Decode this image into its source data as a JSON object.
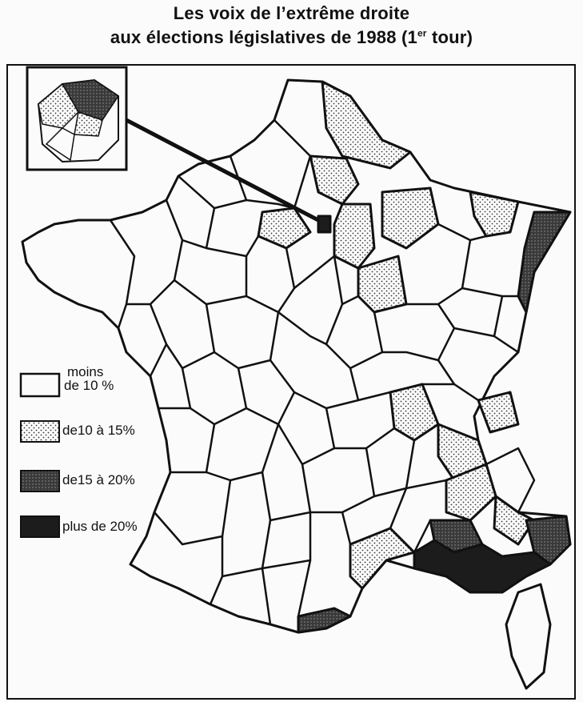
{
  "title": {
    "line1": "Les voix de l’extrême droite",
    "line2_main": "aux élections législatives de 1988 (1",
    "line2_sup": "er",
    "line2_end": " tour)"
  },
  "legend": [
    {
      "label": "moins\nde 10 %",
      "line1": "moins",
      "line2": "de 10 %",
      "pattern": "white"
    },
    {
      "label": "de10 à 15%",
      "pattern": "dotted"
    },
    {
      "label": "de15 à 20%",
      "pattern": "dark-dotted"
    },
    {
      "label": "plus de 20%",
      "pattern": "black"
    }
  ],
  "colors": {
    "ink": "#111111",
    "background": "#fbfbfb",
    "dark": "#2a2a2a",
    "medium": "#4a4a4a"
  }
}
